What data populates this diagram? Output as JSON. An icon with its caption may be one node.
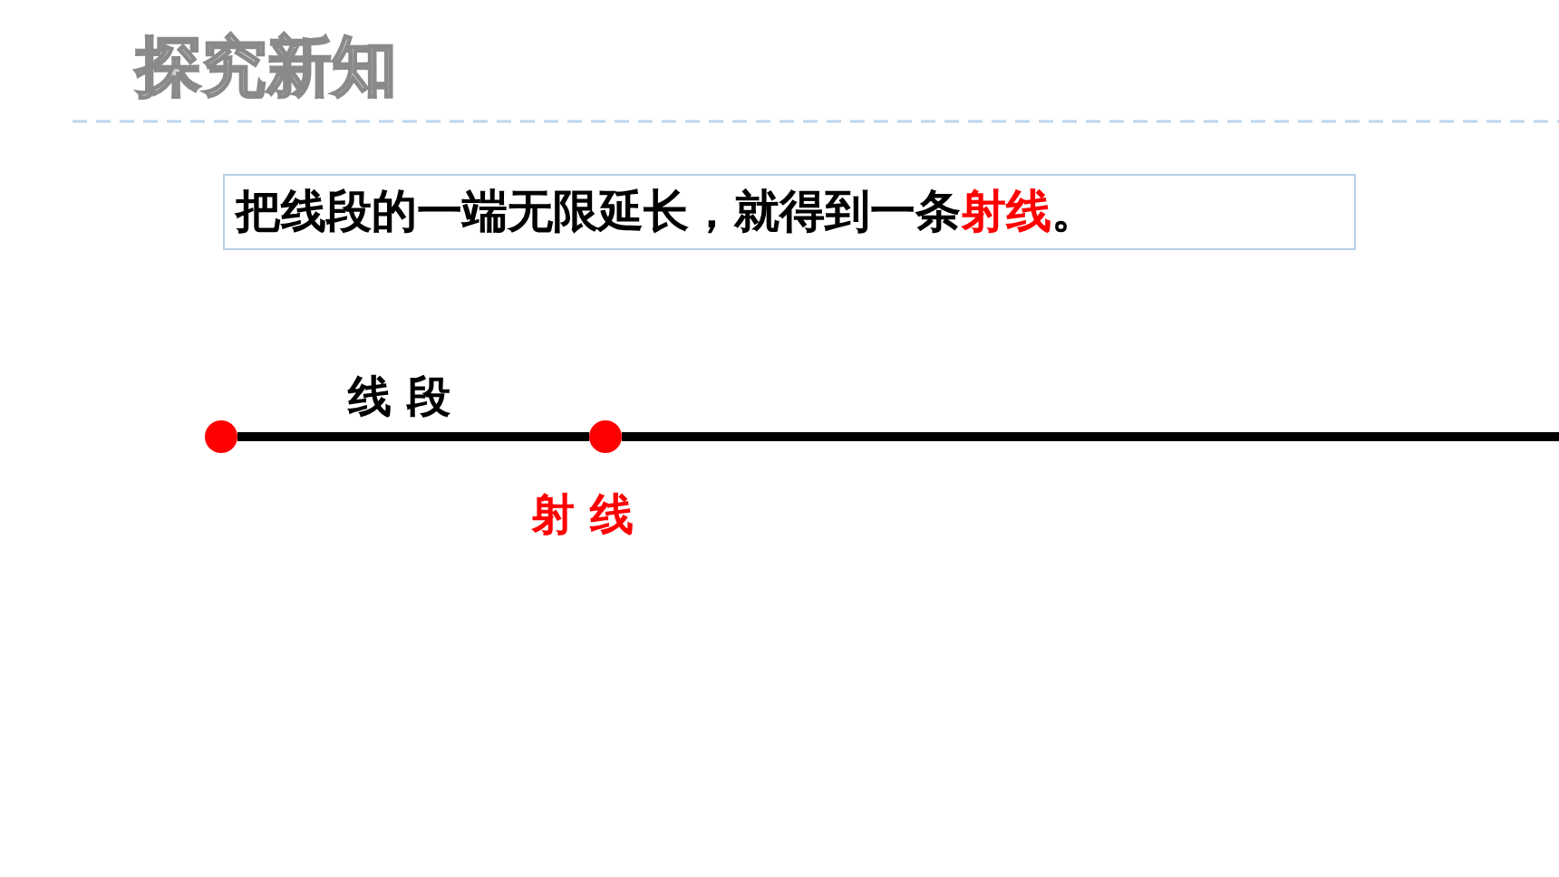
{
  "diagram": {
    "title": "探究新知",
    "nodes": [
      {
        "text": [
          "把线段的一端无限延长，就得到一条",
          "射线",
          "。"
        ]
      },
      {
        "text": [],
        "shape": "circle"
      },
      {
        "text": [],
        "shape": "circle"
      }
    ],
    "edges": [
      {
        "from": 1,
        "to": 2,
        "arrow": "none",
        "label": "线 段"
      },
      {
        "from": 2,
        "to": null,
        "arrow": "none",
        "label": "射 线"
      }
    ]
  }
}
